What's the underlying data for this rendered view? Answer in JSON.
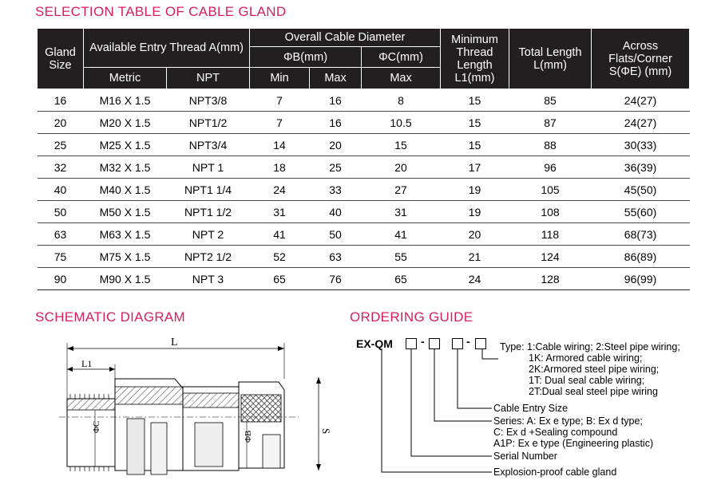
{
  "titles": {
    "selection": "SELECTION TABLE OF CABLE GLAND",
    "schematic": "SCHEMATIC DIAGRAM",
    "ordering": "ORDERING GUIDE"
  },
  "table": {
    "headers": {
      "gland_size": "Gland Size",
      "entry_thread": "Available Entry Thread A(mm)",
      "metric": "Metric",
      "npt": "NPT",
      "overall_diameter": "Overall Cable Diameter",
      "phi_b": "ΦB(mm)",
      "phi_c": "ΦC(mm)",
      "min": "Min",
      "max": "Max",
      "max_c": "Max",
      "min_thread_length": "Minimum Thread Length L1(mm)",
      "total_length": "Total Length L(mm)",
      "across_flats": "Across Flats/Corner S(ΦE) (mm)"
    },
    "rows": [
      [
        "16",
        "M16 X 1.5",
        "NPT3/8",
        "7",
        "16",
        "8",
        "15",
        "85",
        "24(27)"
      ],
      [
        "20",
        "M20 X 1.5",
        "NPT1/2",
        "7",
        "16",
        "10.5",
        "15",
        "87",
        "24(27)"
      ],
      [
        "25",
        "M25 X 1.5",
        "NPT3/4",
        "14",
        "20",
        "15",
        "15",
        "88",
        "30(33)"
      ],
      [
        "32",
        "M32 X 1.5",
        "NPT 1",
        "18",
        "25",
        "20",
        "17",
        "96",
        "36(39)"
      ],
      [
        "40",
        "M40 X 1.5",
        "NPT1 1/4",
        "24",
        "33",
        "27",
        "19",
        "105",
        "45(50)"
      ],
      [
        "50",
        "M50 X 1.5",
        "NPT1 1/2",
        "31",
        "40",
        "31",
        "19",
        "108",
        "55(60)"
      ],
      [
        "63",
        "M63 X 1.5",
        "NPT 2",
        "41",
        "50",
        "41",
        "20",
        "118",
        "68(73)"
      ],
      [
        "75",
        "M75 X 1.5",
        "NPT2 1/2",
        "52",
        "63",
        "55",
        "21",
        "124",
        "86(89)"
      ],
      [
        "90",
        "M90 X 1.5",
        "NPT 3",
        "65",
        "76",
        "65",
        "24",
        "128",
        "96(99)"
      ]
    ]
  },
  "schematic": {
    "L": "L",
    "L1": "L1",
    "phiC": "ΦC",
    "phiB": "ΦB",
    "S": "S"
  },
  "ordering": {
    "code": "EX-QM",
    "dash": "-",
    "type_lines": [
      "Type: 1:Cable wiring; 2:Steel pipe wiring;",
      "1K: Armored cable wiring;",
      "2K:Armored steel pipe wiring;",
      "1T: Dual seal cable wiring;",
      "2T:Dual seal steel pipe wiring"
    ],
    "entry_size": "Cable Entry Size",
    "series_lines": [
      "Series: A: Ex e type; B: Ex d type;",
      "C: Ex d +Sealing compound",
      "A1P: Ex e type (Engineering plastic)"
    ],
    "serial": "Serial Number",
    "product": "Explosion-proof cable gland"
  },
  "colors": {
    "accent": "#d61f5b",
    "header_bg": "#231f20"
  }
}
